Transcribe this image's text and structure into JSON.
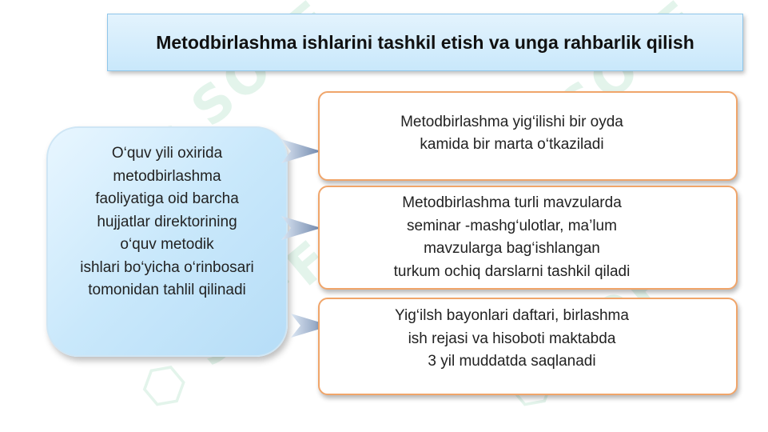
{
  "title": "Metodbirlashma ishlarini tashkil etish va unga rahbarlik qilish",
  "left_box": {
    "text": "O‘quv yili oxirida\nmetodbirlashma\nfaoliyatiga oid barcha\nhujjatlar direktorining\no‘quv metodik\nishlari bo‘yicha o‘rinbosari\ntomonidan tahlil qilinadi"
  },
  "right_boxes": [
    {
      "text": "Metodbirlashma yig‘ilishi bir oyda\nkamida bir marta o‘tkaziladi"
    },
    {
      "text": "Metodbirlashma turli mavzularda\nseminar -mashg‘ulotlar, ma’lum\nmavzularga bag‘ishlangan\nturkum ochiq darslarni tashkil qiladi"
    },
    {
      "text": "Yig‘ilsh bayonlari daftari, birlashma\nish rejasi va hisoboti maktabda\n3 yil muddatda saqlanadi"
    }
  ],
  "watermark": {
    "text": "SOFF"
  },
  "colors": {
    "title_fill": "#cde9fb",
    "left_fill": "#c9e8fb",
    "box_border": "#f0a56a",
    "arrow": "#7f93b4",
    "watermark": "#2fb36c"
  },
  "icons": {
    "connector": "chevron-arrow-icon"
  }
}
